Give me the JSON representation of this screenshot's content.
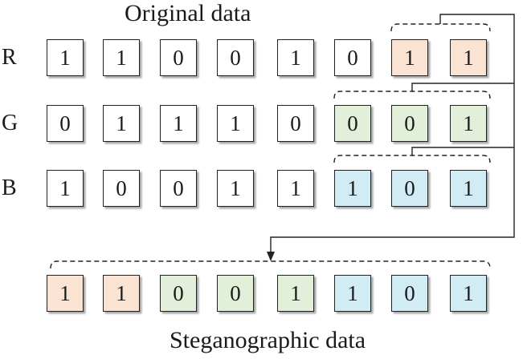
{
  "titles": {
    "top": "Original data",
    "bottom": "Steganographic data"
  },
  "rows": [
    {
      "label": "R",
      "bits": [
        "1",
        "1",
        "0",
        "0",
        "1",
        "0",
        "1",
        "1"
      ],
      "highlight_from": 6,
      "color": "#fbe3d4"
    },
    {
      "label": "G",
      "bits": [
        "0",
        "1",
        "1",
        "1",
        "0",
        "0",
        "0",
        "1"
      ],
      "highlight_from": 5,
      "color": "#e2efd9"
    },
    {
      "label": "B",
      "bits": [
        "1",
        "0",
        "0",
        "1",
        "1",
        "1",
        "0",
        "1"
      ],
      "highlight_from": 5,
      "color": "#d2ecf5"
    }
  ],
  "result": {
    "bits": [
      "1",
      "1",
      "0",
      "0",
      "1",
      "1",
      "0",
      "1"
    ],
    "colors": [
      "#fbe3d4",
      "#fbe3d4",
      "#e2efd9",
      "#e2efd9",
      "#e2efd9",
      "#d2ecf5",
      "#d2ecf5",
      "#d2ecf5"
    ]
  }
}
